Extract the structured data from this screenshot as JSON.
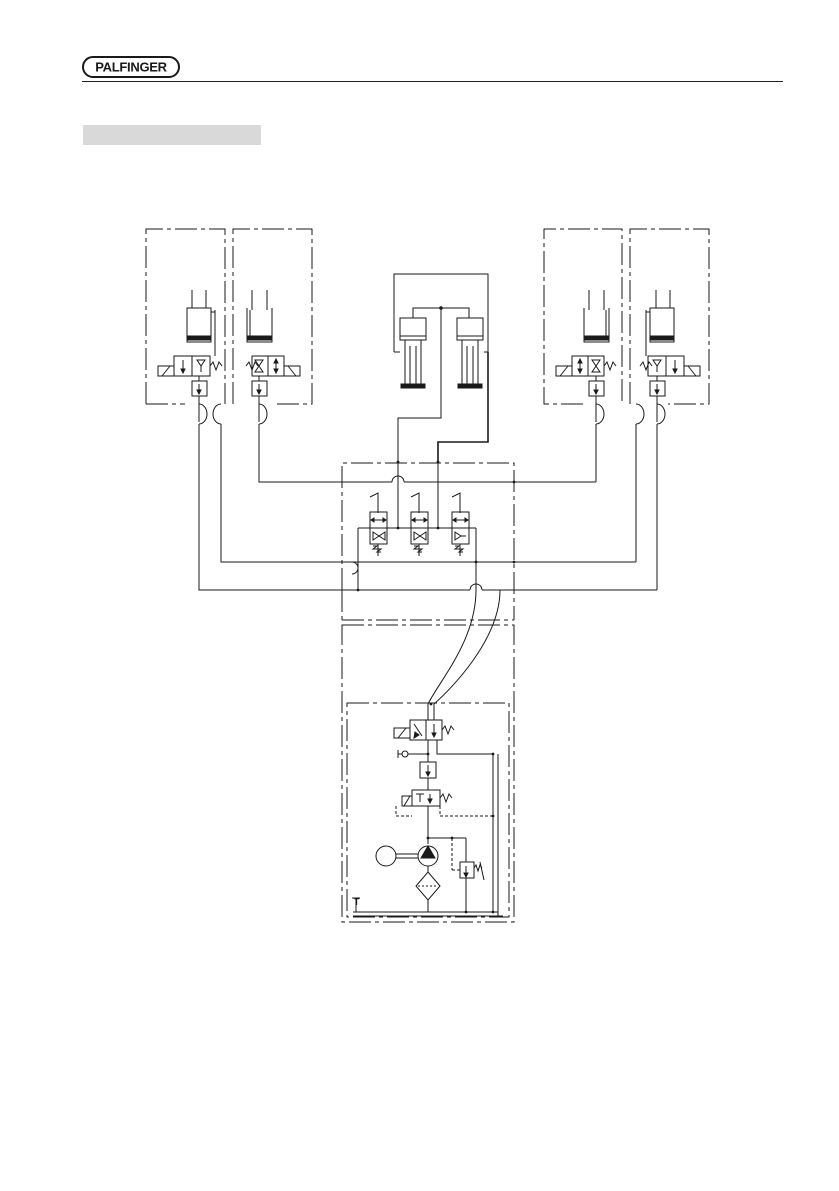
{
  "header": {
    "brand": "PALFINGER"
  },
  "colors": {
    "ink": "#1a1a1a",
    "band": "#d9d9d9",
    "paper": "#ffffff"
  },
  "diagram": {
    "type": "hydraulic schematic",
    "tank_symbol": "T"
  }
}
